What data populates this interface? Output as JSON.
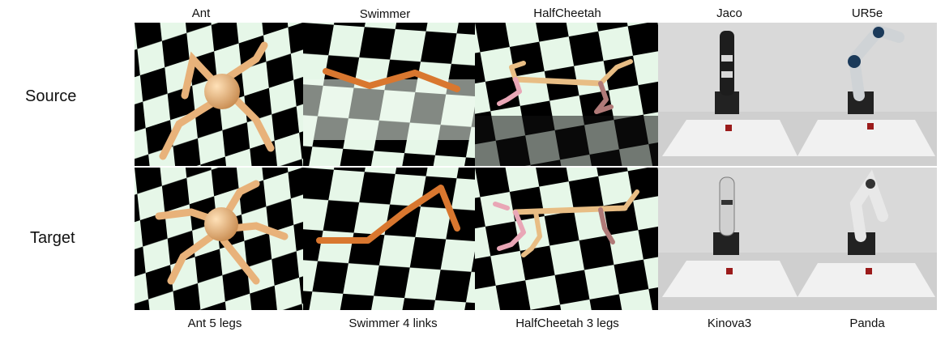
{
  "column_titles": {
    "ant": "Ant",
    "swimmer": "Swimmer",
    "halfcheetah": "HalfCheetah",
    "jaco": "Jaco",
    "ur5e": "UR5e"
  },
  "row_labels": {
    "source": "Source",
    "target": "Target"
  },
  "bottom_labels": {
    "ant": "Ant 5 legs",
    "swimmer": "Swimmer 4 links",
    "halfcheetah": "HalfCheetah 3 legs",
    "kinova": "Kinova3",
    "panda": "Panda"
  },
  "colors": {
    "checker_dark": "#000000",
    "checker_light": "#e6f7e8",
    "ant_body": "#e8b27a",
    "swimmer_body": "#d9772f",
    "cheetah_body": "#e8bd84",
    "cheetah_pink": "#e9a6b6",
    "robot_floor": "#d4d4d4",
    "table": "#f1f1f1",
    "cube": "#9b1b1b"
  }
}
